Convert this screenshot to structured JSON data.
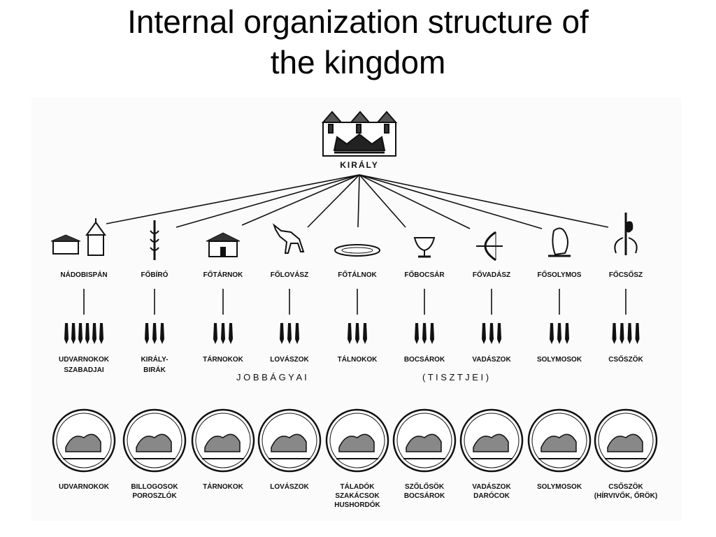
{
  "title_line1": "Internal organization structure of",
  "title_line2": "the kingdom",
  "king": {
    "label": "KIRÁLY",
    "icon": "castle-crown-icon"
  },
  "officials": [
    {
      "label": "NÁDOBISPÁN",
      "icon": "house-church-icon"
    },
    {
      "label": "FŐBÍRÓ",
      "icon": "staff-of-justice-icon"
    },
    {
      "label": "FŐTÁRNOK",
      "icon": "treasury-house-icon"
    },
    {
      "label": "FŐLOVÁSZ",
      "icon": "horse-icon"
    },
    {
      "label": "FŐTÁLNOK",
      "icon": "dish-icon"
    },
    {
      "label": "FŐBOCSÁR",
      "icon": "chalice-icon"
    },
    {
      "label": "FŐVADÁSZ",
      "icon": "bow-icon"
    },
    {
      "label": "FŐSOLYMOS",
      "icon": "falcon-icon"
    },
    {
      "label": "FŐCSŐSZ",
      "icon": "halberd-icon"
    }
  ],
  "subordinates": [
    {
      "line1": "UDVARNOKOK",
      "line2": "SZABADJAI",
      "count": 6
    },
    {
      "line1": "KIRÁLY-",
      "line2": "BIRÁK",
      "count": 3
    },
    {
      "line1": "TÁRNOKOK",
      "line2": "",
      "count": 3
    },
    {
      "line1": "LOVÁSZOK",
      "line2": "",
      "count": 3
    },
    {
      "line1": "TÁLNOKOK",
      "line2": "",
      "count": 3
    },
    {
      "line1": "BOCSÁROK",
      "line2": "",
      "count": 3
    },
    {
      "line1": "VADÁSZOK",
      "line2": "",
      "count": 3
    },
    {
      "line1": "SOLYMOSOK",
      "line2": "",
      "count": 3
    },
    {
      "line1": "CSŐSZÖK",
      "line2": "",
      "count": 4
    }
  ],
  "jobbagyai": "J O B B Á G Y A I",
  "tisztje": "( T I S Z T J E I )",
  "people": [
    {
      "lines": [
        "UDVARNOKOK"
      ],
      "icon": "plowing-oxen-icon"
    },
    {
      "lines": [
        "BILLOGOSOK",
        "POROSZLÓK"
      ],
      "icon": "seal-icon"
    },
    {
      "lines": [
        "TÁRNOKOK"
      ],
      "icon": "stores-icon"
    },
    {
      "lines": [
        "LOVÁSZOK"
      ],
      "icon": "grazing-horses-icon"
    },
    {
      "lines": [
        "TÁLADÓK",
        "SZAKÁCSOK",
        "HUSHORDÓK"
      ],
      "icon": "cooking-icon"
    },
    {
      "lines": [
        "SZŐLŐSÖK",
        "BOCSÁROK"
      ],
      "icon": "grapevine-icon"
    },
    {
      "lines": [
        "VADÁSZOK",
        "DARÓCOK"
      ],
      "icon": "deer-hunt-icon"
    },
    {
      "lines": [
        "SOLYMOSOK"
      ],
      "icon": "falconer-rider-icon"
    },
    {
      "lines": [
        "CSŐSZÖK",
        "(HÍRVIVŐK, ŐRÖK)"
      ],
      "icon": "guards-icon"
    }
  ],
  "colors": {
    "ink": "#111111",
    "panel": "#fbfbfb"
  }
}
